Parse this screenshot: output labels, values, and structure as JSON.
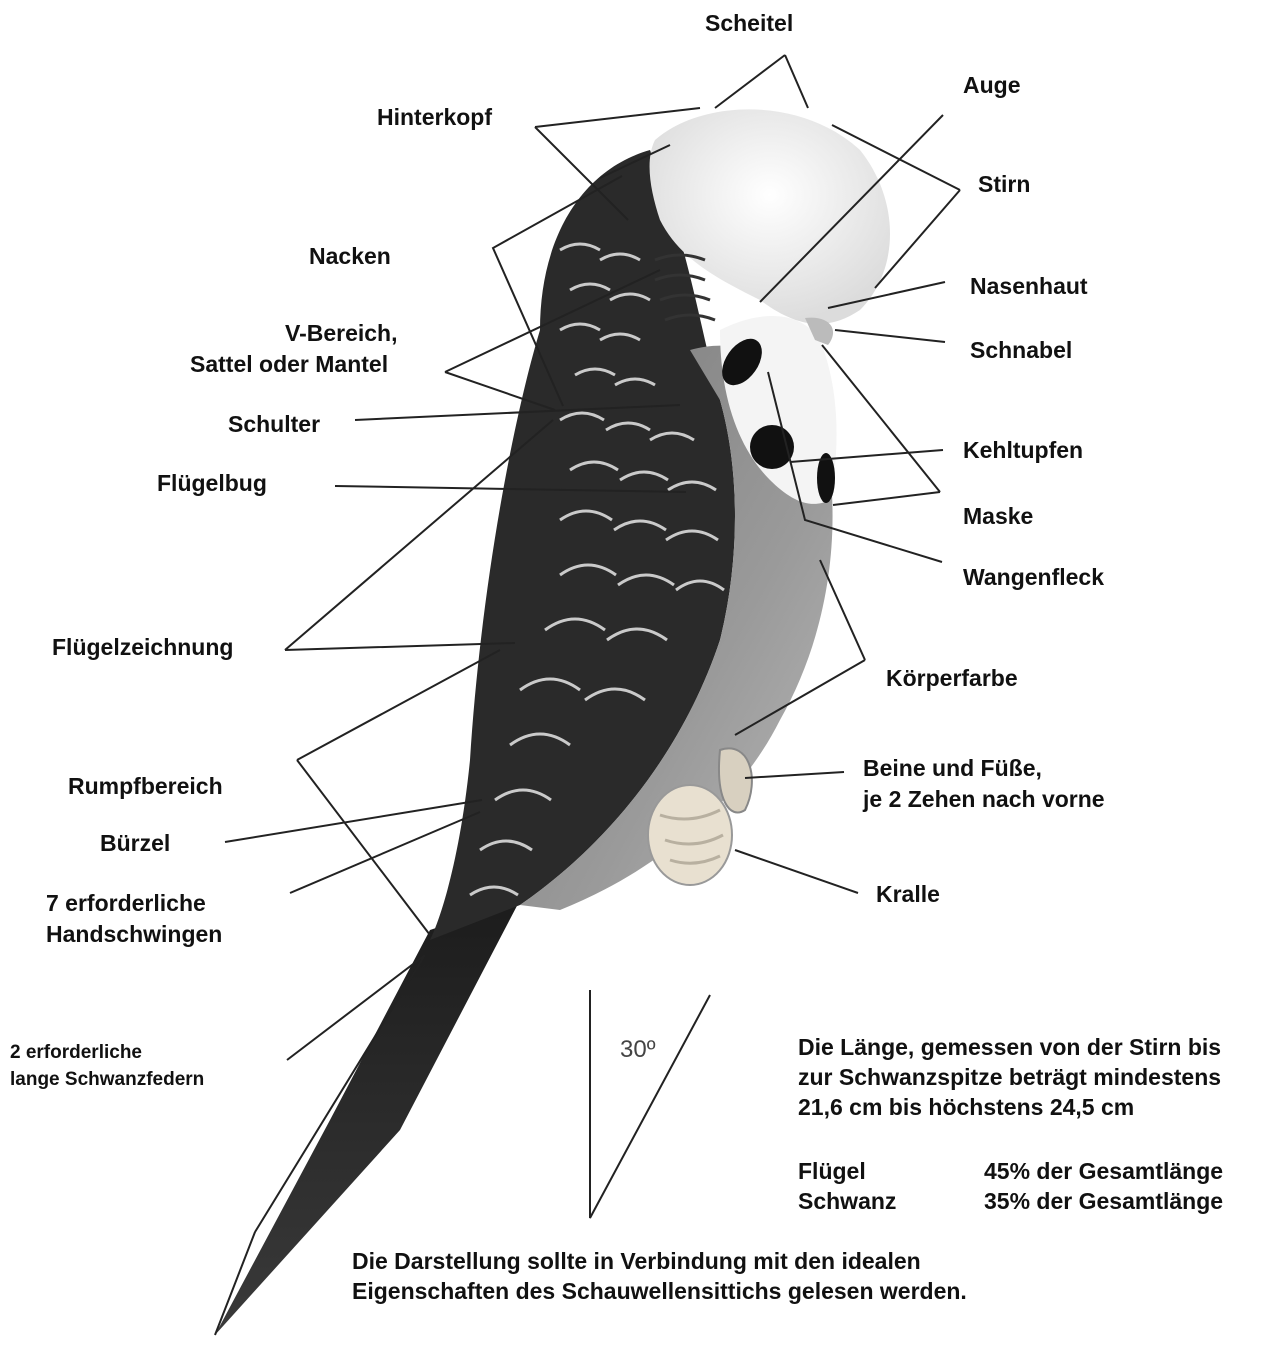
{
  "labels": {
    "scheitel": "Scheitel",
    "hinterkopf": "Hinterkopf",
    "auge": "Auge",
    "stirn": "Stirn",
    "nacken": "Nacken",
    "nasenhaut": "Nasenhaut",
    "v_bereich_1": "V-Bereich,",
    "v_bereich_2": "Sattel oder Mantel",
    "schnabel": "Schnabel",
    "schulter": "Schulter",
    "kehltupfen": "Kehltupfen",
    "fluegelbug": "Flügelbug",
    "maske": "Maske",
    "wangenfleck": "Wangenfleck",
    "fluegelzeichnung": "Flügelzeichnung",
    "koerperfarbe": "Körperfarbe",
    "rumpfbereich": "Rumpfbereich",
    "beine_1": "Beine und Füße,",
    "beine_2": "je 2 Zehen nach vorne",
    "buerzel": "Bürzel",
    "kralle": "Kralle",
    "handschwingen_1": "7 erforderliche",
    "handschwingen_2": "Handschwingen",
    "schwanzfedern_1": "2 erforderliche",
    "schwanzfedern_2": "lange Schwanzfedern"
  },
  "angle_label": "30º",
  "length_note": [
    "Die Länge, gemessen von der Stirn bis",
    "zur Schwanzspitze beträgt mindestens",
    "21,6 cm bis höchstens 24,5 cm"
  ],
  "ratios": [
    {
      "part": "Flügel",
      "value": "45% der Gesamtlänge"
    },
    {
      "part": "Schwanz",
      "value": "35% der Gesamtlänge"
    }
  ],
  "footer_note": [
    "Die Darstellung sollte in Verbindung mit den idealen",
    "Eigenschaften des Schauwellensittichs gelesen werden."
  ],
  "colors": {
    "line": "#222222",
    "head": "#f4f4f4",
    "body": "#8a8a8a",
    "wing_dark": "#1e1e1e",
    "wing_light": "#e0e0e0"
  }
}
